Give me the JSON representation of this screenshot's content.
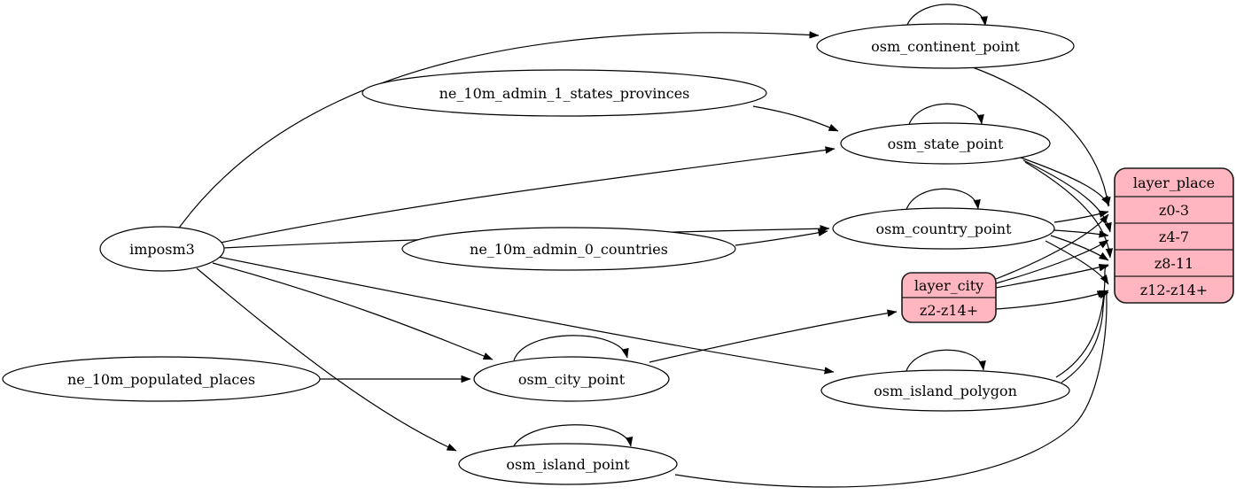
{
  "diagram": {
    "type": "etl-graph",
    "background_color": "#ffffff",
    "record_fill_color": "#ffb6c1",
    "edge_color": "#000000",
    "nodes": {
      "imposm3": {
        "label": "imposm3",
        "shape": "ellipse"
      },
      "ne_10m_admin_1_states_provinces": {
        "label": "ne_10m_admin_1_states_provinces",
        "shape": "ellipse"
      },
      "ne_10m_admin_0_countries": {
        "label": "ne_10m_admin_0_countries",
        "shape": "ellipse"
      },
      "ne_10m_populated_places": {
        "label": "ne_10m_populated_places",
        "shape": "ellipse"
      },
      "osm_continent_point": {
        "label": "osm_continent_point",
        "shape": "ellipse",
        "self_loop": true
      },
      "osm_state_point": {
        "label": "osm_state_point",
        "shape": "ellipse",
        "self_loop": true
      },
      "osm_country_point": {
        "label": "osm_country_point",
        "shape": "ellipse",
        "self_loop": true
      },
      "osm_city_point": {
        "label": "osm_city_point",
        "shape": "ellipse",
        "self_loop": true
      },
      "osm_island_polygon": {
        "label": "osm_island_polygon",
        "shape": "ellipse",
        "self_loop": true
      },
      "osm_island_point": {
        "label": "osm_island_point",
        "shape": "ellipse",
        "self_loop": true
      }
    },
    "records": {
      "layer_city": {
        "title": "layer_city",
        "rows": [
          "z2-z14+"
        ]
      },
      "layer_place": {
        "title": "layer_place",
        "rows": [
          "z0-3",
          "z4-7",
          "z8-11",
          "z12-z14+"
        ]
      }
    },
    "edges": [
      {
        "from": "imposm3",
        "to": "osm_continent_point"
      },
      {
        "from": "imposm3",
        "to": "osm_state_point"
      },
      {
        "from": "imposm3",
        "to": "osm_country_point"
      },
      {
        "from": "imposm3",
        "to": "osm_city_point"
      },
      {
        "from": "imposm3",
        "to": "osm_island_polygon"
      },
      {
        "from": "imposm3",
        "to": "osm_island_point"
      },
      {
        "from": "ne_10m_admin_1_states_provinces",
        "to": "osm_state_point"
      },
      {
        "from": "ne_10m_admin_0_countries",
        "to": "osm_country_point"
      },
      {
        "from": "ne_10m_populated_places",
        "to": "osm_city_point"
      },
      {
        "from": "osm_continent_point",
        "to": "osm_continent_point"
      },
      {
        "from": "osm_state_point",
        "to": "osm_state_point"
      },
      {
        "from": "osm_country_point",
        "to": "osm_country_point"
      },
      {
        "from": "osm_city_point",
        "to": "osm_city_point"
      },
      {
        "from": "osm_island_polygon",
        "to": "osm_island_polygon"
      },
      {
        "from": "osm_island_point",
        "to": "osm_island_point"
      },
      {
        "from": "osm_city_point",
        "to": "layer_city:z2-z14+"
      },
      {
        "from": "osm_continent_point",
        "to": "layer_place:z0-3"
      },
      {
        "from": "osm_country_point",
        "to": "layer_place:z0-3"
      },
      {
        "from": "osm_country_point",
        "to": "layer_place:z4-7"
      },
      {
        "from": "osm_country_point",
        "to": "layer_place:z8-11"
      },
      {
        "from": "osm_country_point",
        "to": "layer_place:z12-z14+"
      },
      {
        "from": "osm_state_point",
        "to": "layer_place:z0-3"
      },
      {
        "from": "osm_state_point",
        "to": "layer_place:z4-7"
      },
      {
        "from": "osm_state_point",
        "to": "layer_place:z8-11"
      },
      {
        "from": "layer_city",
        "to": "layer_place:z0-3"
      },
      {
        "from": "layer_city",
        "to": "layer_place:z4-7"
      },
      {
        "from": "layer_city",
        "to": "layer_place:z8-11"
      },
      {
        "from": "layer_city",
        "to": "layer_place:z12-z14+"
      },
      {
        "from": "osm_island_polygon",
        "to": "layer_place:z8-11"
      },
      {
        "from": "osm_island_polygon",
        "to": "layer_place:z12-z14+"
      },
      {
        "from": "osm_island_point",
        "to": "layer_place:z12-z14+"
      }
    ]
  }
}
